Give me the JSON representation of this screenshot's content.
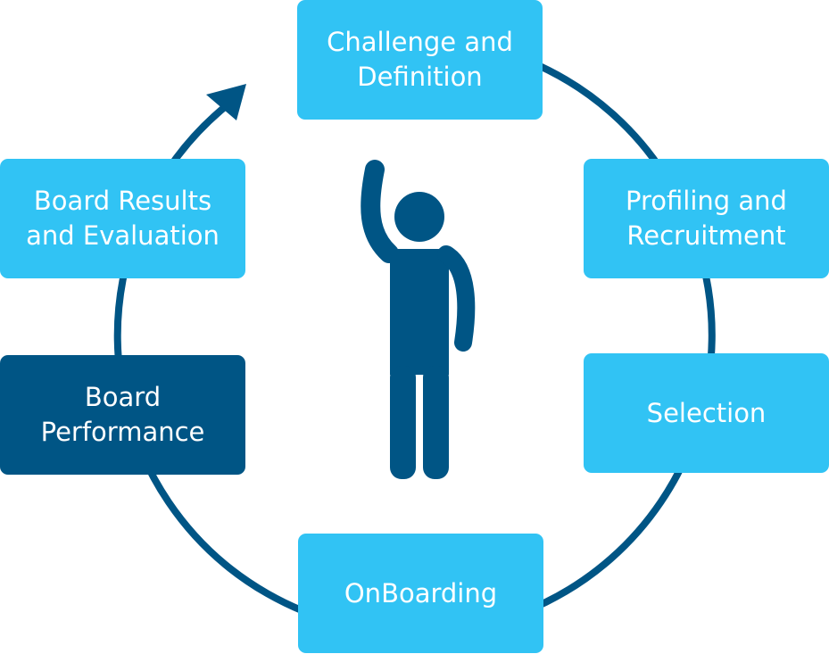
{
  "colors": {
    "light_box": "#31c3f4",
    "dark_box": "#005585",
    "ring": "#005585",
    "figure": "#005585",
    "text": "#ffffff"
  },
  "cycle": {
    "steps": [
      {
        "label": "Challenge and\nDefinition",
        "style": "light"
      },
      {
        "label": "Profiling and\nRecruitment",
        "style": "light"
      },
      {
        "label": "Selection",
        "style": "light"
      },
      {
        "label": "OnBoarding",
        "style": "light"
      },
      {
        "label": "Board\nPerformance",
        "style": "dark"
      },
      {
        "label": "Board Results\nand Evaluation",
        "style": "light"
      }
    ]
  },
  "icons": {
    "center": "person-raising-hand-icon",
    "arrow": "cycle-arrow-icon"
  }
}
